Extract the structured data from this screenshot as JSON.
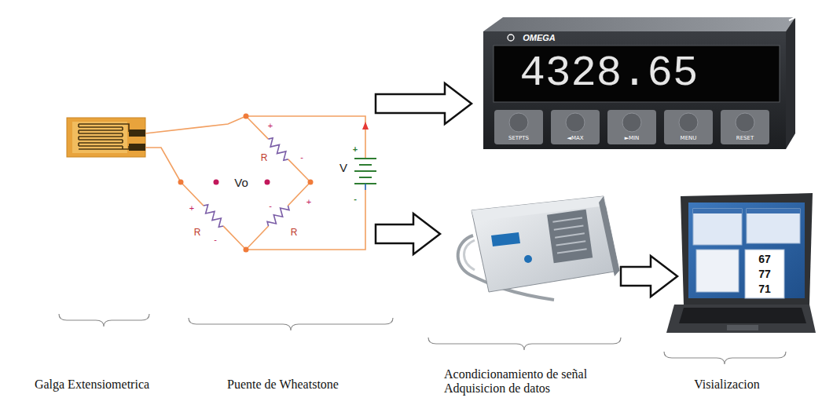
{
  "diagram": {
    "nodes": [
      {
        "text": [
          "Galga Extensiometrica"
        ]
      },
      {
        "text": [
          "Puente de Wheatstone"
        ]
      },
      {
        "text": [
          "4328.65"
        ]
      },
      {
        "text": [
          "Acondicionamiento de señal Adquisicion de datos"
        ]
      },
      {
        "text": [
          "Visializacion"
        ]
      }
    ],
    "edges": [
      {
        "from": 1,
        "to": 2,
        "arrow": "to"
      },
      {
        "from": 1,
        "to": 3,
        "arrow": "to"
      },
      {
        "from": 3,
        "to": 4,
        "arrow": "to"
      }
    ],
    "labels": [
      "OMEGA",
      "SETPTS",
      "◄MAX",
      "►MIN",
      "MENU",
      "RESET",
      "+",
      "-",
      "R",
      "Vo",
      "+",
      "-",
      "R",
      "-",
      "+",
      "R",
      "V",
      "+",
      "-",
      "67",
      "77",
      "71"
    ]
  }
}
